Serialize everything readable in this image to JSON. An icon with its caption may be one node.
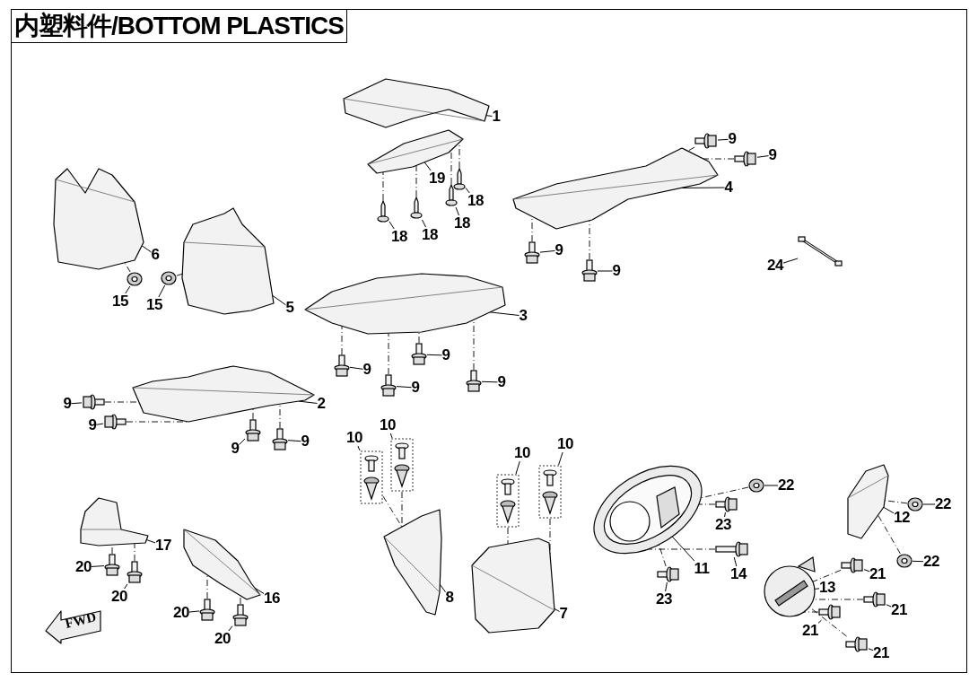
{
  "diagram": {
    "title": "内塑料件/BOTTOM PLASTICS",
    "nodes": [
      {
        "text": [
          "FWD"
        ]
      },
      {
        "text": [
          "1"
        ]
      },
      {
        "text": [],
        "shape": "picture"
      },
      {
        "text": [
          "19"
        ]
      },
      {
        "text": [],
        "shape": "picture"
      },
      {
        "text": [
          "18"
        ]
      },
      {
        "text": [],
        "shape": "picture"
      },
      {
        "text": [
          "18"
        ]
      },
      {
        "text": [],
        "shape": "picture"
      },
      {
        "text": [
          "18"
        ]
      },
      {
        "text": [],
        "shape": "picture"
      },
      {
        "text": [
          "18"
        ]
      },
      {
        "text": [],
        "shape": "picture"
      },
      {
        "text": [
          "4"
        ]
      },
      {
        "text": [],
        "shape": "picture"
      },
      {
        "text": [
          "9"
        ]
      },
      {
        "text": [],
        "shape": "picture"
      },
      {
        "text": [
          "9"
        ]
      },
      {
        "text": [],
        "shape": "picture"
      },
      {
        "text": [
          "9"
        ]
      },
      {
        "text": [],
        "shape": "picture"
      },
      {
        "text": [
          "9"
        ]
      },
      {
        "text": [],
        "shape": "picture"
      },
      {
        "text": [
          "24"
        ]
      },
      {
        "text": [],
        "shape": "picture"
      },
      {
        "text": [
          "6"
        ]
      },
      {
        "text": [],
        "shape": "picture"
      },
      {
        "text": [
          "15"
        ]
      },
      {
        "text": [],
        "shape": "picture"
      },
      {
        "text": [
          "15"
        ]
      },
      {
        "text": [],
        "shape": "picture"
      },
      {
        "text": [
          "5"
        ]
      },
      {
        "text": [],
        "shape": "picture"
      },
      {
        "text": [
          "3"
        ]
      },
      {
        "text": [],
        "shape": "picture"
      },
      {
        "text": [
          "9"
        ]
      },
      {
        "text": [],
        "shape": "picture"
      },
      {
        "text": [
          "9"
        ]
      },
      {
        "text": [],
        "shape": "picture"
      },
      {
        "text": [
          "9"
        ]
      },
      {
        "text": [],
        "shape": "picture"
      },
      {
        "text": [
          "9"
        ]
      },
      {
        "text": [],
        "shape": "picture"
      },
      {
        "text": [
          "2"
        ]
      },
      {
        "text": [],
        "shape": "picture"
      },
      {
        "text": [
          "9"
        ]
      },
      {
        "text": [],
        "shape": "picture"
      },
      {
        "text": [
          "9"
        ]
      },
      {
        "text": [],
        "shape": "picture"
      },
      {
        "text": [
          "9"
        ]
      },
      {
        "text": [],
        "shape": "picture"
      },
      {
        "text": [
          "9"
        ]
      },
      {
        "text": [],
        "shape": "picture"
      },
      {
        "text": [
          "10"
        ]
      },
      {
        "text": [],
        "shape": "picture"
      },
      {
        "text": [
          "10"
        ]
      },
      {
        "text": [],
        "shape": "picture"
      },
      {
        "text": [
          "10"
        ]
      },
      {
        "text": [],
        "shape": "picture"
      },
      {
        "text": [
          "10"
        ]
      },
      {
        "text": [],
        "shape": "picture"
      },
      {
        "text": [
          "8"
        ]
      },
      {
        "text": [],
        "shape": "picture"
      },
      {
        "text": [
          "7"
        ]
      },
      {
        "text": [],
        "shape": "picture"
      },
      {
        "text": [
          "11"
        ]
      },
      {
        "text": [],
        "shape": "picture"
      },
      {
        "text": [
          "22"
        ]
      },
      {
        "text": [],
        "shape": "picture"
      },
      {
        "text": [
          "23"
        ]
      },
      {
        "text": [],
        "shape": "picture"
      },
      {
        "text": [
          "14"
        ]
      },
      {
        "text": [],
        "shape": "picture"
      },
      {
        "text": [
          "23"
        ]
      },
      {
        "text": [],
        "shape": "picture"
      },
      {
        "text": [
          "12"
        ]
      },
      {
        "text": [],
        "shape": "picture"
      },
      {
        "text": [
          "22"
        ]
      },
      {
        "text": [],
        "shape": "picture"
      },
      {
        "text": [
          "22"
        ]
      },
      {
        "text": [],
        "shape": "picture"
      },
      {
        "text": [
          "13"
        ]
      },
      {
        "text": [],
        "shape": "picture"
      },
      {
        "text": [
          "21"
        ]
      },
      {
        "text": [],
        "shape": "picture"
      },
      {
        "text": [
          "21"
        ]
      },
      {
        "text": [],
        "shape": "picture"
      },
      {
        "text": [
          "21"
        ]
      },
      {
        "text": [],
        "shape": "picture"
      },
      {
        "text": [
          "21"
        ]
      },
      {
        "text": [],
        "shape": "picture"
      },
      {
        "text": [
          "17"
        ]
      },
      {
        "text": [],
        "shape": "picture"
      },
      {
        "text": [
          "20"
        ]
      },
      {
        "text": [],
        "shape": "picture"
      },
      {
        "text": [
          "20"
        ]
      },
      {
        "text": [],
        "shape": "picture"
      },
      {
        "text": [
          "16"
        ]
      },
      {
        "text": [],
        "shape": "picture"
      },
      {
        "text": [
          "20"
        ]
      },
      {
        "text": [],
        "shape": "picture"
      },
      {
        "text": [
          "20"
        ]
      },
      {
        "text": [],
        "shape": "picture"
      }
    ],
    "edges": [
      {
        "from": 1,
        "to": 2,
        "arrow": "none"
      },
      {
        "from": 3,
        "to": 4,
        "arrow": "none"
      },
      {
        "from": 5,
        "to": 6,
        "arrow": "none"
      },
      {
        "from": 7,
        "to": 8,
        "arrow": "none"
      },
      {
        "from": 9,
        "to": 10,
        "arrow": "none"
      },
      {
        "from": 11,
        "to": 12,
        "arrow": "none"
      },
      {
        "from": 13,
        "to": 14,
        "arrow": "none"
      },
      {
        "from": 15,
        "to": 16,
        "arrow": "none"
      },
      {
        "from": 17,
        "to": 18,
        "arrow": "none"
      },
      {
        "from": 19,
        "to": 20,
        "arrow": "none"
      },
      {
        "from": 21,
        "to": 22,
        "arrow": "none"
      },
      {
        "from": 23,
        "to": 24,
        "arrow": "none"
      },
      {
        "from": 25,
        "to": 26,
        "arrow": "none"
      },
      {
        "from": 27,
        "to": 28,
        "arrow": "none"
      },
      {
        "from": 29,
        "to": 30,
        "arrow": "none"
      },
      {
        "from": 31,
        "to": 32,
        "arrow": "none"
      },
      {
        "from": 33,
        "to": 34,
        "arrow": "none"
      },
      {
        "from": 35,
        "to": 36,
        "arrow": "none"
      },
      {
        "from": 37,
        "to": 38,
        "arrow": "none"
      },
      {
        "from": 39,
        "to": 40,
        "arrow": "none"
      },
      {
        "from": 41,
        "to": 42,
        "arrow": "none"
      },
      {
        "from": 43,
        "to": 44,
        "arrow": "none"
      },
      {
        "from": 45,
        "to": 46,
        "arrow": "none"
      },
      {
        "from": 47,
        "to": 48,
        "arrow": "none"
      },
      {
        "from": 49,
        "to": 50,
        "arrow": "none"
      },
      {
        "from": 51,
        "to": 52,
        "arrow": "none"
      },
      {
        "from": 53,
        "to": 54,
        "arrow": "none"
      },
      {
        "from": 55,
        "to": 56,
        "arrow": "none"
      },
      {
        "from": 57,
        "to": 58,
        "arrow": "none"
      },
      {
        "from": 59,
        "to": 60,
        "arrow": "none"
      },
      {
        "from": 61,
        "to": 62,
        "arrow": "none"
      },
      {
        "from": 63,
        "to": 64,
        "arrow": "none"
      },
      {
        "from": 65,
        "to": 66,
        "arrow": "none"
      },
      {
        "from": 67,
        "to": 68,
        "arrow": "none"
      },
      {
        "from": 69,
        "to": 70,
        "arrow": "none"
      },
      {
        "from": 71,
        "to": 72,
        "arrow": "none"
      },
      {
        "from": 73,
        "to": 74,
        "arrow": "none"
      },
      {
        "from": 75,
        "to": 76,
        "arrow": "none"
      },
      {
        "from": 77,
        "to": 78,
        "arrow": "none"
      },
      {
        "from": 79,
        "to": 80,
        "arrow": "none"
      },
      {
        "from": 81,
        "to": 82,
        "arrow": "none"
      },
      {
        "from": 83,
        "to": 84,
        "arrow": "none"
      },
      {
        "from": 85,
        "to": 86,
        "arrow": "none"
      },
      {
        "from": 87,
        "to": 88,
        "arrow": "none"
      },
      {
        "from": 89,
        "to": 90,
        "arrow": "none"
      },
      {
        "from": 91,
        "to": 92,
        "arrow": "none"
      },
      {
        "from": 93,
        "to": 94,
        "arrow": "none"
      },
      {
        "from": 95,
        "to": 96,
        "arrow": "none"
      },
      {
        "from": 97,
        "to": 98,
        "arrow": "none"
      },
      {
        "from": 99,
        "to": 100,
        "arrow": "none"
      },
      {
        "from": 101,
        "to": 102,
        "arrow": "none"
      },
      {
        "from": 6,
        "to": 4,
        "arrow": "none",
        "style": "dashed"
      },
      {
        "from": 8,
        "to": 4,
        "arrow": "none",
        "style": "dashed"
      },
      {
        "from": 10,
        "to": 4,
        "arrow": "none",
        "style": "dashed"
      },
      {
        "from": 12,
        "to": 4,
        "arrow": "none",
        "style": "dashed"
      },
      {
        "from": 16,
        "to": 14,
        "arrow": "none",
        "style": "dashed"
      },
      {
        "from": 18,
        "to": 14,
        "arrow": "none",
        "style": "dashed"
      },
      {
        "from": 20,
        "to": 14,
        "arrow": "none",
        "style": "dashed"
      },
      {
        "from": 22,
        "to": 14,
        "arrow": "none",
        "style": "dashed"
      },
      {
        "from": 28,
        "to": 26,
        "arrow": "none",
        "style": "dashed"
      },
      {
        "from": 30,
        "to": 32,
        "arrow": "none",
        "style": "dashed"
      },
      {
        "from": 36,
        "to": 34,
        "arrow": "none",
        "style": "dashed"
      },
      {
        "from": 38,
        "to": 34,
        "arrow": "none",
        "style": "dashed"
      },
      {
        "from": 40,
        "to": 34,
        "arrow": "none",
        "style": "dashed"
      },
      {
        "from": 42,
        "to": 34,
        "arrow": "none",
        "style": "dashed"
      },
      {
        "from": 46,
        "to": 44,
        "arrow": "none",
        "style": "dashed"
      },
      {
        "from": 48,
        "to": 44,
        "arrow": "none",
        "style": "dashed"
      },
      {
        "from": 50,
        "to": 44,
        "arrow": "none",
        "style": "dashed"
      },
      {
        "from": 52,
        "to": 44,
        "arrow": "none",
        "style": "dashed"
      },
      {
        "from": 54,
        "to": 62,
        "arrow": "none",
        "style": "dashed"
      },
      {
        "from": 56,
        "to": 62,
        "arrow": "none",
        "style": "dashed"
      },
      {
        "from": 58,
        "to": 64,
        "arrow": "none",
        "style": "dashed"
      },
      {
        "from": 60,
        "to": 64,
        "arrow": "none",
        "style": "dashed"
      },
      {
        "from": 68,
        "to": 66,
        "arrow": "none",
        "style": "dashed"
      },
      {
        "from": 70,
        "to": 66,
        "arrow": "none",
        "style": "dashed"
      },
      {
        "from": 72,
        "to": 66,
        "arrow": "none",
        "style": "dashed"
      },
      {
        "from": 74,
        "to": 66,
        "arrow": "none",
        "style": "dashed"
      },
      {
        "from": 78,
        "to": 76,
        "arrow": "none",
        "style": "dashed"
      },
      {
        "from": 80,
        "to": 76,
        "arrow": "none",
        "style": "dashed"
      },
      {
        "from": 84,
        "to": 82,
        "arrow": "none",
        "style": "dashed"
      },
      {
        "from": 86,
        "to": 82,
        "arrow": "none",
        "style": "dashed"
      },
      {
        "from": 88,
        "to": 82,
        "arrow": "none",
        "style": "dashed"
      },
      {
        "from": 90,
        "to": 82,
        "arrow": "none",
        "style": "dashed"
      },
      {
        "from": 94,
        "to": 92,
        "arrow": "none",
        "style": "dashed"
      },
      {
        "from": 96,
        "to": 92,
        "arrow": "none",
        "style": "dashed"
      },
      {
        "from": 100,
        "to": 98,
        "arrow": "none",
        "style": "dashed"
      },
      {
        "from": 102,
        "to": 98,
        "arrow": "none",
        "style": "dashed"
      }
    ]
  }
}
